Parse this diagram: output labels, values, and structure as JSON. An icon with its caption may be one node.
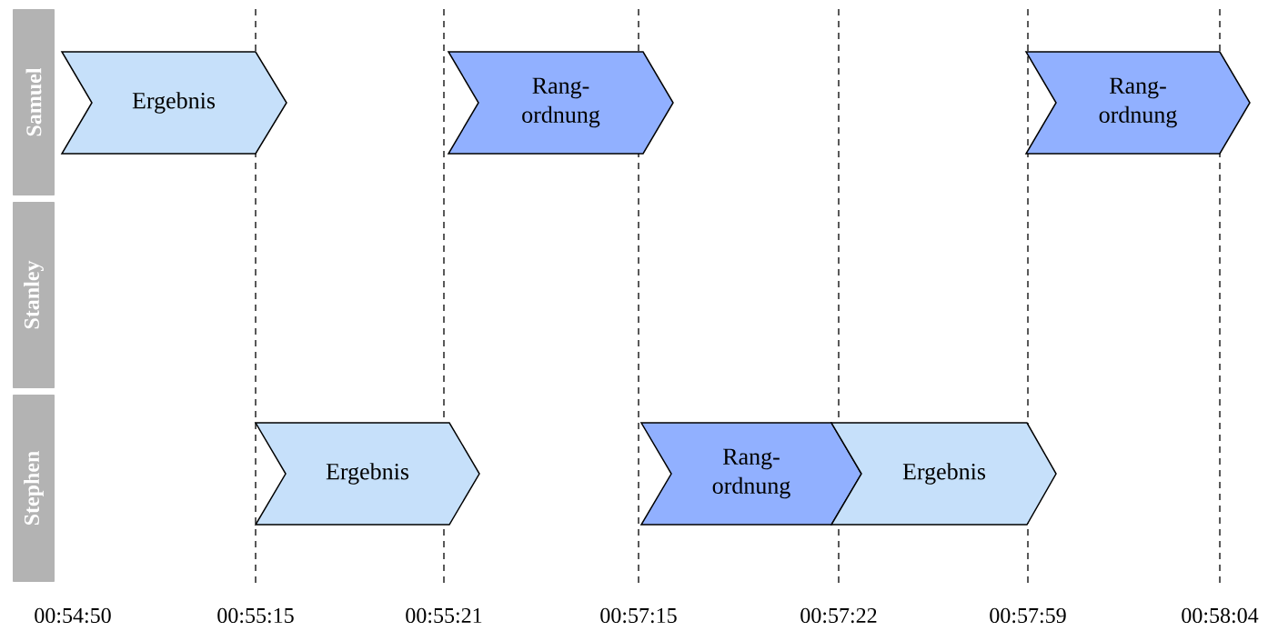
{
  "diagram": {
    "nodes": [
      {
        "text": [
          "Samuel"
        ]
      },
      {
        "text": [
          "Stanley"
        ]
      },
      {
        "text": [
          "Stephen"
        ]
      },
      {
        "text": [
          "Ergebnis"
        ]
      },
      {
        "text": [
          "Rang- ordnung"
        ]
      },
      {
        "text": [
          "Rang- ordnung"
        ]
      },
      {
        "text": [
          "Ergebnis"
        ]
      },
      {
        "text": [
          "Rang- ordnung"
        ]
      },
      {
        "text": [
          "Ergebnis"
        ]
      }
    ],
    "labels": [
      "00:54:50",
      "00:55:15",
      "00:55:21",
      "00:57:15",
      "00:57:22",
      "00:57:59",
      "00:58:04"
    ]
  }
}
